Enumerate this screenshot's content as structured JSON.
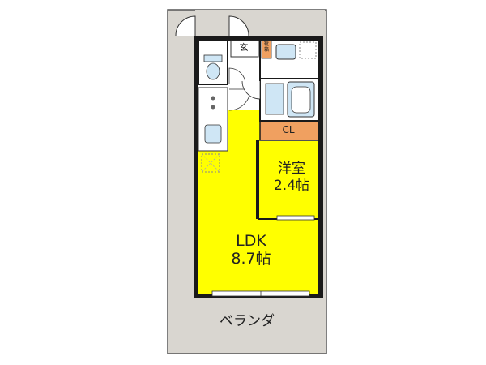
{
  "rooms": {
    "ldk": {
      "name": "LDK",
      "size": "8.7帖"
    },
    "western_room": {
      "name": "洋室",
      "size": "2.4帖"
    },
    "closet": {
      "name": "CL"
    },
    "balcony": {
      "name": "ベランダ"
    },
    "entrance": {
      "name": "玄"
    },
    "shoe_box": {
      "name": "靴箱"
    }
  },
  "colors": {
    "ldk_fill": "#ffff00",
    "western_fill": "#ffff00",
    "closet_fill": "#f0a060",
    "shoe_box_fill": "#f0a060",
    "balcony_fill": "#d9d6d0",
    "wall": "#1a1a1a",
    "wet_area_fill": "#ffffff",
    "fixture_fill": "#cfe6f5"
  },
  "icons": [
    "toilet-icon",
    "sink-icon",
    "bathtub-icon",
    "washbasin-icon",
    "stove-icon",
    "refrigerator-space-icon",
    "door-swing-icon"
  ]
}
